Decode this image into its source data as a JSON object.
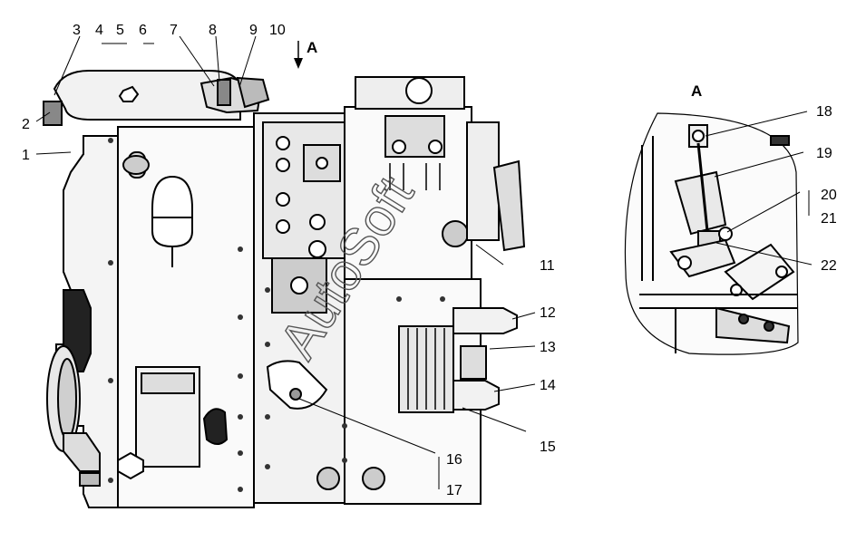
{
  "diagram": {
    "view_marker_main": "A",
    "view_marker_detail": "A",
    "watermark": "AutoSoft",
    "callouts": [
      {
        "id": "c1",
        "label": "1"
      },
      {
        "id": "c2",
        "label": "2"
      },
      {
        "id": "c3",
        "label": "3"
      },
      {
        "id": "c4",
        "label": "4"
      },
      {
        "id": "c5",
        "label": "5"
      },
      {
        "id": "c6",
        "label": "6"
      },
      {
        "id": "c7",
        "label": "7"
      },
      {
        "id": "c8",
        "label": "8"
      },
      {
        "id": "c9",
        "label": "9"
      },
      {
        "id": "c10",
        "label": "10"
      },
      {
        "id": "c11",
        "label": "11"
      },
      {
        "id": "c12",
        "label": "12"
      },
      {
        "id": "c13",
        "label": "13"
      },
      {
        "id": "c14",
        "label": "14"
      },
      {
        "id": "c15",
        "label": "15"
      },
      {
        "id": "c16",
        "label": "16"
      },
      {
        "id": "c17",
        "label": "17"
      },
      {
        "id": "c18",
        "label": "18"
      },
      {
        "id": "c19",
        "label": "19"
      },
      {
        "id": "c20",
        "label": "20"
      },
      {
        "id": "c21",
        "label": "21"
      },
      {
        "id": "c22",
        "label": "22"
      }
    ]
  }
}
